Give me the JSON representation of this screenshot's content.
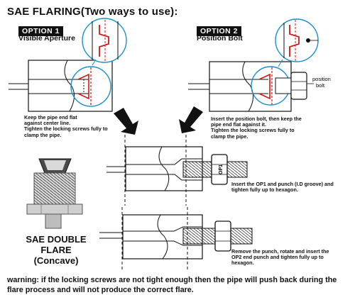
{
  "title": "SAE FLARING(Two ways to use):",
  "option1": {
    "badge": "OPTION 1",
    "subtitle": "Visible Aperture",
    "instructions": [
      "Keep the pipe end flat",
      "against center line.",
      "Tighten the locking screws fully to",
      "clamp the pipe."
    ]
  },
  "option2": {
    "badge": "OPTION 2",
    "subtitle": "Position Bolt",
    "bolt_label": [
      "position",
      "bolt"
    ],
    "instructions": [
      "Insert the position bolt, then keep the",
      "pipe end flat against it.",
      "Tighten the locking screws fully to",
      "clamp the pipe."
    ]
  },
  "step_op1": {
    "instructions": [
      "Insert the OP1 and punch (I.D groove) and",
      "tighten fully up to hexagon."
    ],
    "punch_marking": "OP1"
  },
  "step_op2": {
    "instructions": [
      "Remove the punch, rotate and insert the",
      "OP2 end punch  and tighten fully up to",
      "hexagon."
    ]
  },
  "flare": {
    "title": "SAE DOUBLE FLARE",
    "subtitle": "(Concave)"
  },
  "warning": "warning: if the locking screws are not tight enough then the pipe will push back during the flare process and will not produce the correct flare.",
  "colors": {
    "accent_red": "#d01818",
    "callout_blue": "#1a8fc9",
    "ink": "#111111"
  }
}
